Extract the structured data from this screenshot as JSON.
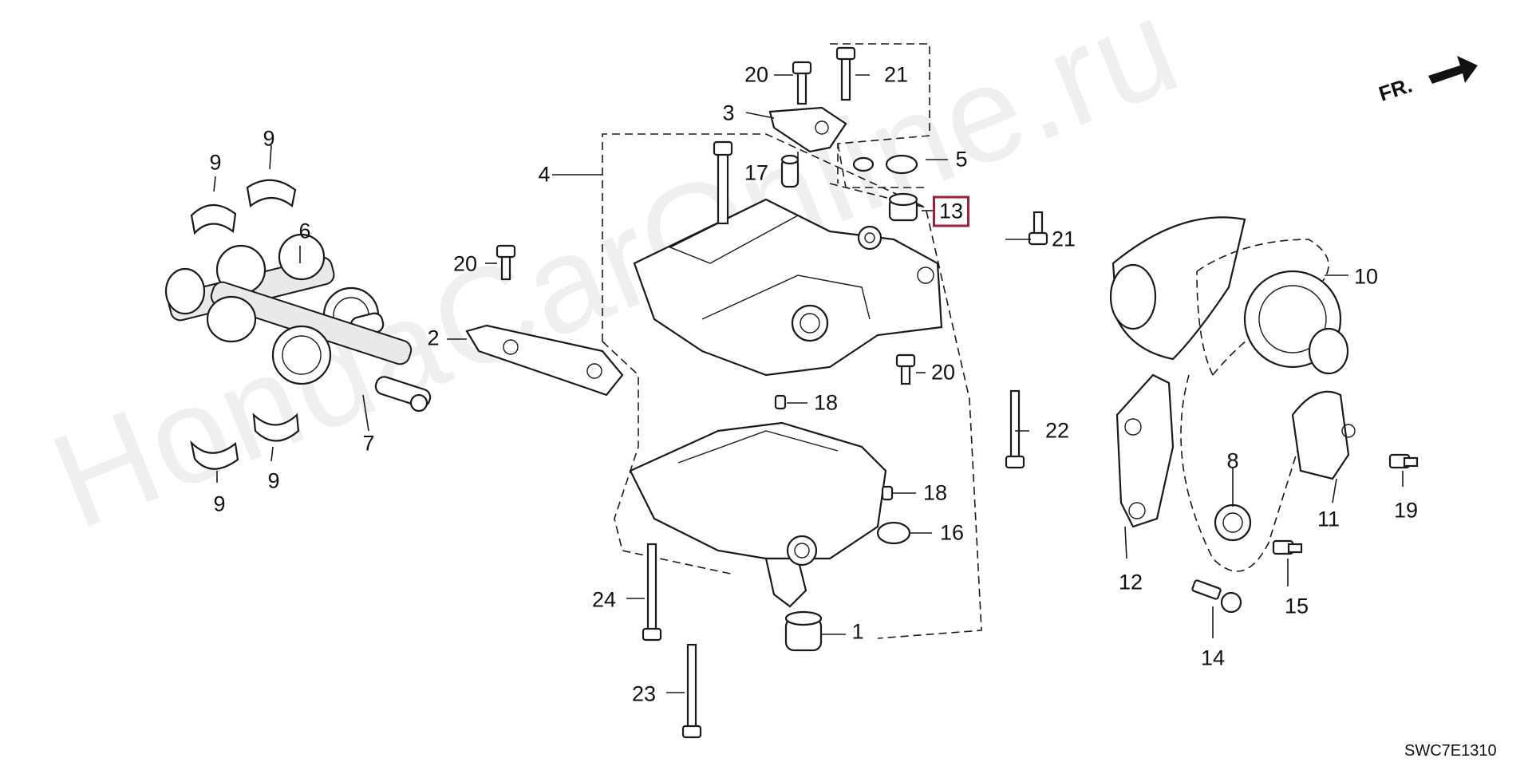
{
  "watermark": "HondaCarOnline.ru",
  "direction_indicator": {
    "label": "FR.",
    "icon": "arrow-right-icon"
  },
  "diagram_code": "SWC7E1310",
  "highlight_color": "#a0203a",
  "callouts": [
    {
      "id": "c1",
      "text": "1"
    },
    {
      "id": "c2",
      "text": "2"
    },
    {
      "id": "c3",
      "text": "3"
    },
    {
      "id": "c4",
      "text": "4"
    },
    {
      "id": "c5",
      "text": "5"
    },
    {
      "id": "c6",
      "text": "6"
    },
    {
      "id": "c7",
      "text": "7"
    },
    {
      "id": "c8",
      "text": "8"
    },
    {
      "id": "c9a",
      "text": "9"
    },
    {
      "id": "c9b",
      "text": "9"
    },
    {
      "id": "c9c",
      "text": "9"
    },
    {
      "id": "c9d",
      "text": "9"
    },
    {
      "id": "c10",
      "text": "10"
    },
    {
      "id": "c11",
      "text": "11"
    },
    {
      "id": "c12",
      "text": "12"
    },
    {
      "id": "c13",
      "text": "13",
      "highlighted": true
    },
    {
      "id": "c14",
      "text": "14"
    },
    {
      "id": "c15",
      "text": "15"
    },
    {
      "id": "c16",
      "text": "16"
    },
    {
      "id": "c17",
      "text": "17"
    },
    {
      "id": "c18a",
      "text": "18"
    },
    {
      "id": "c18b",
      "text": "18"
    },
    {
      "id": "c19",
      "text": "19"
    },
    {
      "id": "c20a",
      "text": "20"
    },
    {
      "id": "c20b",
      "text": "20"
    },
    {
      "id": "c20c",
      "text": "20"
    },
    {
      "id": "c21a",
      "text": "21"
    },
    {
      "id": "c21b",
      "text": "21"
    },
    {
      "id": "c22",
      "text": "22"
    },
    {
      "id": "c23",
      "text": "23"
    },
    {
      "id": "c24",
      "text": "24"
    }
  ]
}
